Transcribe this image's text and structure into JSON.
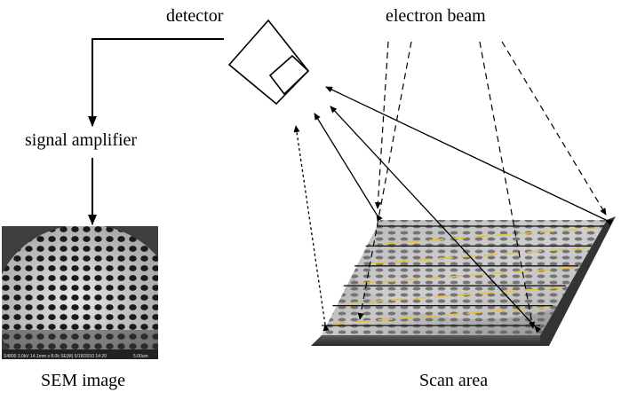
{
  "labels": {
    "detector": "detector",
    "electron_beam": "electron beam",
    "signal_amplifier": "signal amplifier",
    "sem_image": "SEM image",
    "scan_area": "Scan area"
  },
  "sem_micrograph": {
    "scale_text": "5.00um",
    "info_text": "S4800 3.0kV 14.1mm x 8.0k SE(M) 5/18/2010 14:20"
  },
  "colors": {
    "line": "#000000",
    "scan_line": "#e8c040",
    "specimen_dark": "#3a3a3a",
    "specimen_light": "#bdbdbd"
  }
}
